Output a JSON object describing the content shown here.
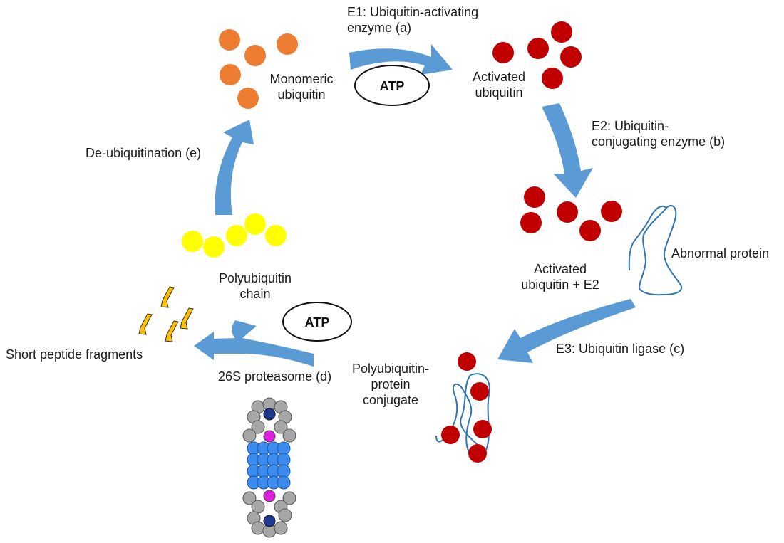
{
  "labels": {
    "e1_line1": "E1: Ubiquitin-activating",
    "e1_line2": "enzyme (a)",
    "monomeric_line1": "Monomeric",
    "monomeric_line2": "ubiquitin",
    "atp": "ATP",
    "activated_line1": "Activated",
    "activated_line2": "ubiquitin",
    "e2_line1": "E2: Ubiquitin-",
    "e2_line2": "conjugating enzyme (b)",
    "deubiq": "De-ubiquitination (e)",
    "abnormal": "Abnormal protein",
    "act_e2_line1": "Activated",
    "act_e2_line2": "ubiquitin + E2",
    "polychain_line1": "Polyubiquitin",
    "polychain_line2": "chain",
    "e3": "E3: Ubiquitin ligase (c)",
    "short_peptides": "Short peptide fragments",
    "proteasome": "26S proteasome (d)",
    "conj_line1": "Polyubiquitin-",
    "conj_line2": "protein",
    "conj_line3": "conjugate"
  },
  "colors": {
    "arrow": "#5b9bd5",
    "monomeric": "#ed7d31",
    "activated": "#c00000",
    "polyubiquitin_chain": "#ffff00",
    "peptides": "#ffc000",
    "protein_line": "#2e75b6",
    "proteasome_gray": "#a6a6a6",
    "proteasome_blue": "#3c8cf0",
    "proteasome_pink": "#e020e0",
    "proteasome_navy": "#1f3a93"
  }
}
